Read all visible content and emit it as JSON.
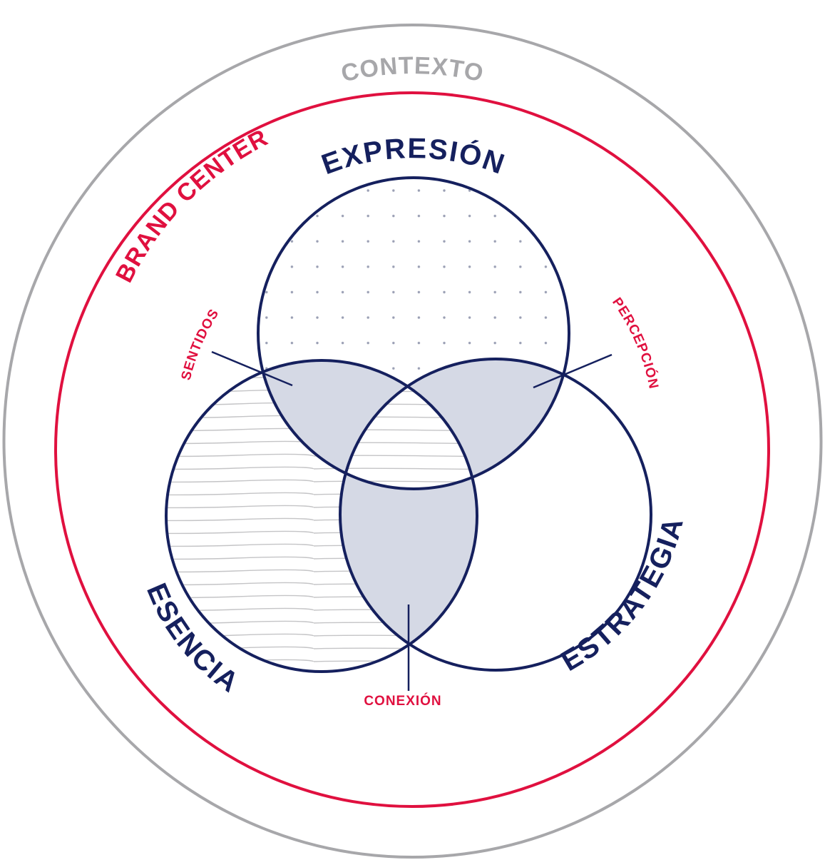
{
  "labels": {
    "contexto": "CONTEXTO",
    "brand_center": "BRAND CENTER",
    "expresion": "EXPRESIÓN",
    "esencia": "ESENCIA",
    "estrategia": "ESTRATEGIA",
    "sentidos": "SENTIDOS",
    "percepcion": "PERCEPCIÓN",
    "conexion": "CONEXIÓN"
  },
  "colors": {
    "contexto": "#a7a7aa",
    "brand_center": "#e0103f",
    "navy": "#15205e",
    "overlap_fill": "#d5d9e5",
    "texture": "#c4c4c6",
    "dots": "#9a9fb4"
  }
}
